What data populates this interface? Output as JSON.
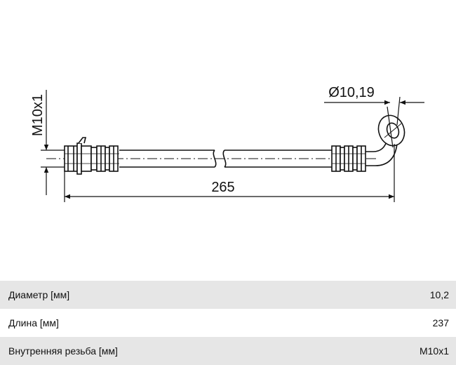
{
  "drawing": {
    "thread_label": "M10x1",
    "diameter_label": "Ø10,19",
    "length_label": "265"
  },
  "specs": [
    {
      "label": "Диаметр [мм]",
      "value": "10,2"
    },
    {
      "label": "Длина [мм]",
      "value": "237"
    },
    {
      "label": "Внутренняя резьба [мм]",
      "value": "M10x1"
    }
  ]
}
